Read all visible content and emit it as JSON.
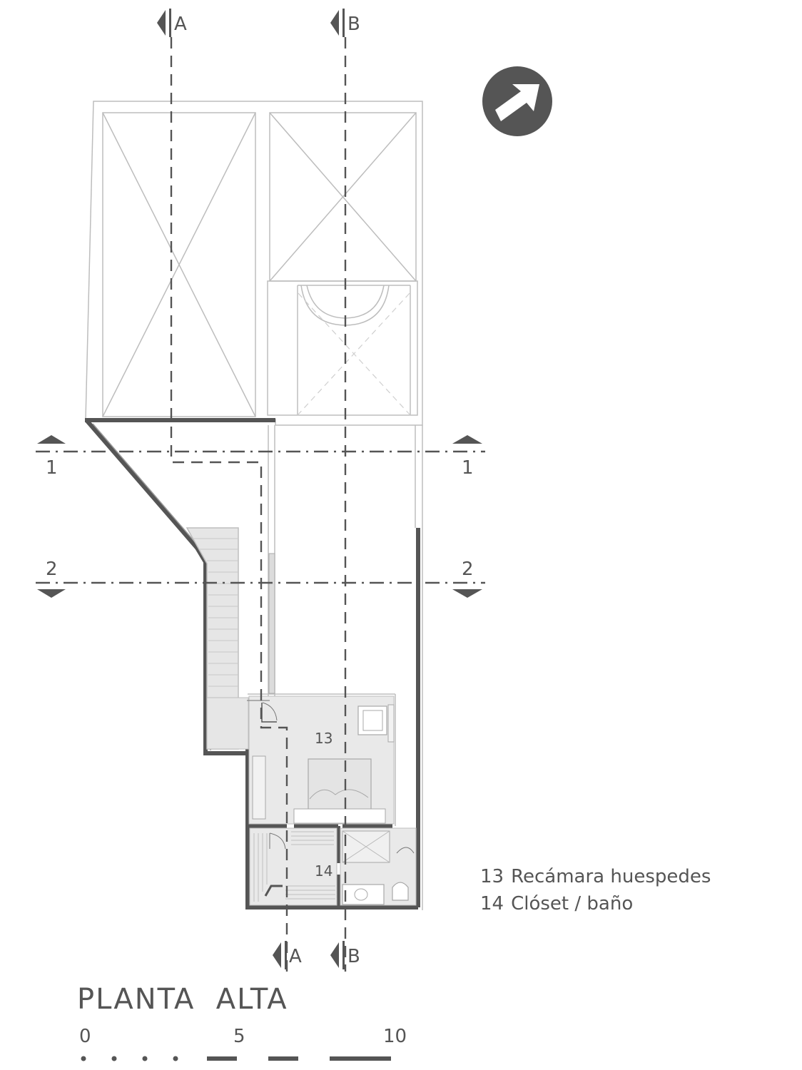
{
  "section_markers": {
    "a_top": "A",
    "b_top": "B",
    "a_bottom": "A",
    "b_bottom": "B",
    "one_left": "1",
    "one_right": "1",
    "two_left": "2",
    "two_right": "2"
  },
  "room_labels": {
    "room_13": "13",
    "room_14": "14"
  },
  "legend": {
    "items": [
      {
        "number": "13",
        "label": "Recámara huespedes"
      },
      {
        "number": "14",
        "label": "Clóset / baño"
      }
    ]
  },
  "title": "PLANTA  ALTA",
  "scale_bar": {
    "labels": [
      "0",
      "5",
      "10"
    ]
  },
  "colors": {
    "wall": "#555555",
    "line": "#bbbbbb",
    "fill": "#e9e9e9",
    "ink": "#555555"
  },
  "icons": {
    "north": "north-arrow-icon"
  }
}
